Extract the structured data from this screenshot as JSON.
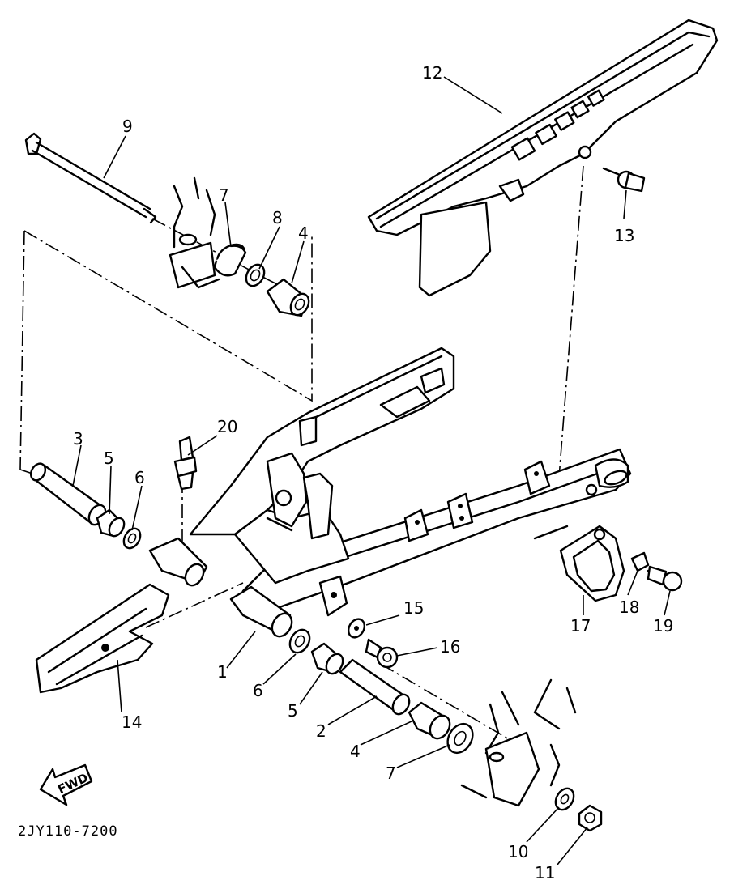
{
  "diagram": {
    "part_labels": {
      "p1": "1",
      "p2": "2",
      "p3": "3",
      "p4a": "4",
      "p4b": "4",
      "p5a": "5",
      "p5b": "5",
      "p6a": "6",
      "p6b": "6",
      "p7a": "7",
      "p7b": "7",
      "p8": "8",
      "p9": "9",
      "p10": "10",
      "p11": "11",
      "p12": "12",
      "p13": "13",
      "p14": "14",
      "p15": "15",
      "p16": "16",
      "p17": "17",
      "p18": "18",
      "p19": "19",
      "p20": "20"
    },
    "direction_arrow": "FWD",
    "drawing_code": "2JY110-7200"
  }
}
